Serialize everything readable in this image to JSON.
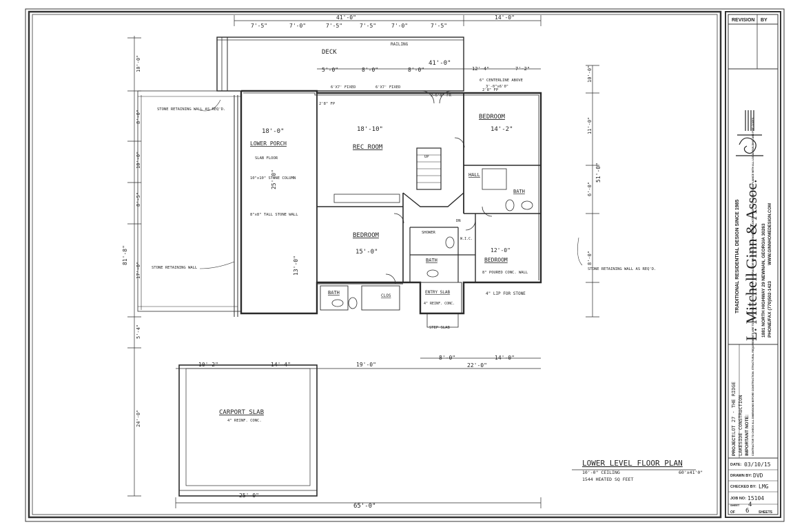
{
  "title_block": {
    "revision_header": "REVISION",
    "by_header": "BY",
    "tagline": "TRADITIONAL RESIDENTIAL DESIGN SINCE 1985",
    "firm_name": "L. Mitchell Ginn & Assoc.",
    "address": "1881 NORTH HIGHWAY 29   NEWNAN, GEORGIA 30263",
    "phone": "PHONE/FAX (770)502-1423",
    "website": "WWW.GINNHOMEDESIGN.COM",
    "project_label": "PROJECT:",
    "project_value": "LOT 27 - THE RIDGE",
    "project_sub": "LAKESIDE CONSTRUCTION",
    "important_note_label": "IMPORTANT NOTE:",
    "important_note_text": "CONTRACTOR TO CHECK ALL DIMENSIONS BEFORE CONSTRUCTION. STRUCTURAL REQUIREMENTS ARE TO BE VERIFIED OR DETERMINED BY CONTRACTOR OR STRUCTURAL ENGINEER. CONTRACTOR MUST VERIFY COMPLIANCE WITH ALL LOCAL BUILDING AND FIRE CODES.",
    "date_label": "DATE:",
    "date_value": "03/10/15",
    "drawn_by_label": "DRAWN BY:",
    "drawn_by_value": "DVD",
    "checked_by_label": "CHECKED BY:",
    "checked_by_value": "LMG",
    "job_no_label": "JOB NO:",
    "job_no_value": "15104",
    "sheet_label": "SHEET",
    "sheet_value": "4",
    "of_label": "OF",
    "of_value": "6",
    "sheets_label": "SHEETS"
  },
  "plan": {
    "title": "LOWER LEVEL FLOOR PLAN",
    "ceiling_note": "10'-0\" CEILING",
    "heated_note": "1544 HEATED SQ FEET",
    "scale_note": "60'x41'0\"",
    "rooms": {
      "deck": "DECK",
      "rec_room": "REC ROOM",
      "bedroom_ne": "BEDROOM",
      "bedroom_w": "BEDROOM",
      "bedroom_e": "BEDROOM",
      "bath_a": "BATH",
      "bath_b": "BATH",
      "bath_c": "BATH",
      "hall": "HALL",
      "lower_porch": "LOWER PORCH",
      "entry_slab": "ENTRY SLAB",
      "carport": "CARPORT SLAB",
      "clos": "CLOS",
      "shower": "SHOWER",
      "wic": "W.I.C."
    },
    "notes": {
      "railing": "RAILING",
      "slab_floor": "SLAB FLOOR",
      "stone_retaining_nw": "STONE RETAINING WALL AS REQ'D.",
      "stone_retaining_w": "STONE RETAINING WALL",
      "stone_retaining_e": "STONE RETAINING WALL AS REQ'D.",
      "stone_column": "10\"x10\" STONE COLUMN",
      "stone_wall": "8\"x8\" TALL STONE WALL",
      "carport_conc": "4\" REINF. CONC.",
      "entry_conc": "4\" REINF. CONC.",
      "step_slab": "STEP SLAB",
      "lip_for_stone": "4\" LIP FOR STONE",
      "poured_wall": "8\" POURED CONC. WALL",
      "shower_above": "6\" CENTERLINE ABOVE",
      "up": "UP",
      "dn": "DN"
    },
    "dimensions": {
      "top_overall": "41'-0\"",
      "top_right": "14'-0\"",
      "top_segments": [
        "7'-5\"",
        "7'-0\"",
        "7'-5\"",
        "7'-5\"",
        "7'-0\"",
        "7'-5\""
      ],
      "deck_overall": "41'-0\"",
      "deck_segments": [
        "5'-0\"",
        "8'-0\"",
        "8'-0\""
      ],
      "ne_segments": [
        "12'-4\"",
        "7'-2\""
      ],
      "rec_width": "18'-10\"",
      "bed_ne_width": "14'-2\"",
      "bed_w_width": "15'-0\"",
      "bed_e_width": "12'-0\"",
      "porch_width": "18'-0\"",
      "bottom_overall": "65'-0\"",
      "carport_bottom": "25'-0\"",
      "carport_top": "14'-4\"",
      "carport_left": "10'-2\"",
      "mid_bottom": "19'-0\"",
      "right_bottom_1": "8'-0\"",
      "right_bottom_2": "14'-0\"",
      "right_bottom_total": "22'-0\"",
      "left_overall": "81'-8\"",
      "left_segments": [
        "10'-0\"",
        "8'-0\"",
        "10'-0\"",
        "8'-5\"",
        "17'-0\"",
        "5'-4\"",
        "24'-0\""
      ],
      "right_overall": "51'-0\"",
      "right_segments": [
        "10'-0\"",
        "11'-0\"",
        "6'-0\"",
        "8'-0\""
      ],
      "porch_depth": "25'-0\"",
      "wall_depth": "13'-0\""
    },
    "door_labels": [
      "2'8\" FP",
      "2'8\" FP",
      "6'X7' FIXED",
      "6'X7' FIXED",
      "3'-0\"x6'0\"",
      "2-6'8\" FR"
    ]
  }
}
